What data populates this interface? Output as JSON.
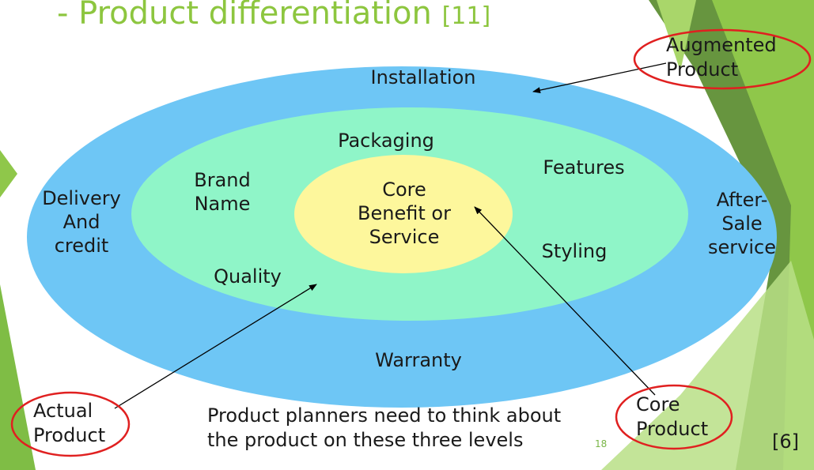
{
  "title": {
    "text": "- Product differentiation",
    "ref": "[11]"
  },
  "diagram": {
    "outer_ring": {
      "color": "#6ec6f5",
      "labels": {
        "top": "Installation",
        "left": "Delivery\nAnd\ncredit",
        "right": "After-\nSale\nservice",
        "bottom": "Warranty"
      }
    },
    "middle_ring": {
      "color": "#8ff5c8",
      "labels": {
        "packaging": "Packaging",
        "brand_name": "Brand\nName",
        "features": "Features",
        "styling": "Styling",
        "quality": "Quality"
      }
    },
    "core": {
      "color": "#fdf79c",
      "label": "Core\nBenefit or\nService"
    }
  },
  "callouts": {
    "augmented": "Augmented\nProduct",
    "actual": "Actual\nProduct",
    "core": "Core\nProduct"
  },
  "caption": "Product planners need to think about\nthe product on these three levels",
  "page_number": "18",
  "reference": "[6]",
  "colors": {
    "title": "#8dc63f",
    "highlight_circle": "#e02020",
    "green_dark": "#6a9f3a",
    "green_light": "#9dcf4f"
  }
}
